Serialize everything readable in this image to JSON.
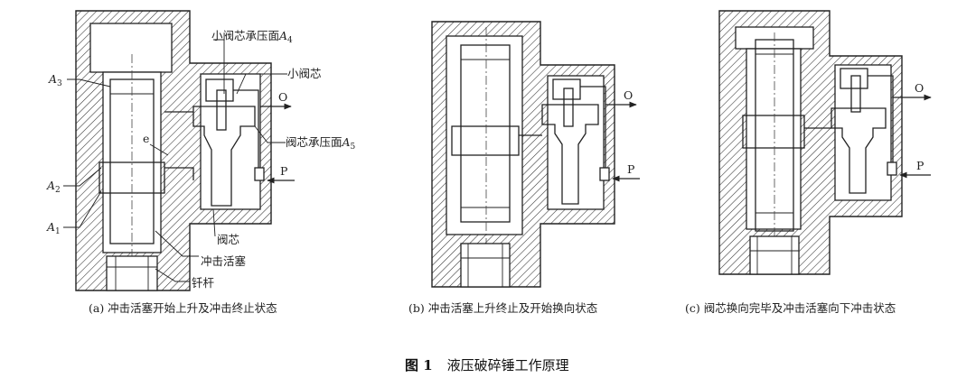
{
  "labels": {
    "small_spool_area": "小阀芯承压面",
    "small_spool_area_sym": "A",
    "small_spool_area_sub": "4",
    "small_spool": "小阀芯",
    "spool_area": "阀芯承压面",
    "spool_area_sym": "A",
    "spool_area_sub": "5",
    "spool": "阀芯",
    "piston": "冲击活塞",
    "drill_rod": "钎杆",
    "a3": "A",
    "a3_sub": "3",
    "a2": "A",
    "a2_sub": "2",
    "a1": "A",
    "a1_sub": "1",
    "e": "e",
    "port_o": "O",
    "port_p": "P"
  },
  "captions": {
    "a": "(a)   冲击活塞开始上升及冲击终止状态",
    "b": "(b)   冲击活塞上升终止及开始换向状态",
    "c": "(c)   阀芯换向完毕及冲击活塞向下冲击状态"
  },
  "figure": {
    "number": "图 1",
    "title": "液压破碎锤工作原理"
  }
}
